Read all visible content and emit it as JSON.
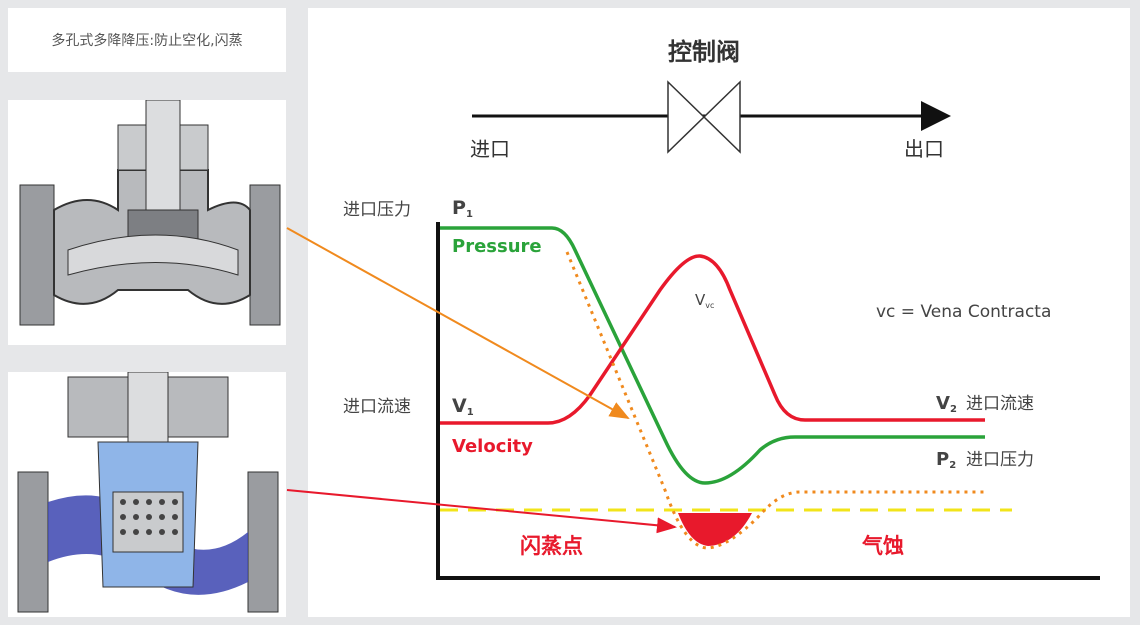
{
  "caption": "多孔式多降降压:防止空化,闪蒸",
  "valve": {
    "title": "控制阀",
    "inlet": "进口",
    "outlet": "出口"
  },
  "labels": {
    "inlet_pressure": "进口压力",
    "inlet_velocity": "进口流速",
    "outlet_velocity": "进口流速",
    "outlet_pressure": "进口压力",
    "p1": "P",
    "p1_sub": "1",
    "v1": "V",
    "v1_sub": "1",
    "v2": "V",
    "v2_sub": "2",
    "p2": "P",
    "p2_sub": "2",
    "vvc": "V",
    "vvc_sub": "vc",
    "pressure": "Pressure",
    "velocity": "Velocity",
    "vc_note": "vc = Vena Contracta",
    "flash_point": "闪蒸点",
    "cavitation": "气蚀"
  },
  "colors": {
    "pressure": "#2aa33a",
    "velocity": "#e8192c",
    "dotted": "#f08a1e",
    "vapor": "#f2e41a",
    "orange_arrow": "#f08a1e",
    "red_arrow": "#e8192c"
  }
}
